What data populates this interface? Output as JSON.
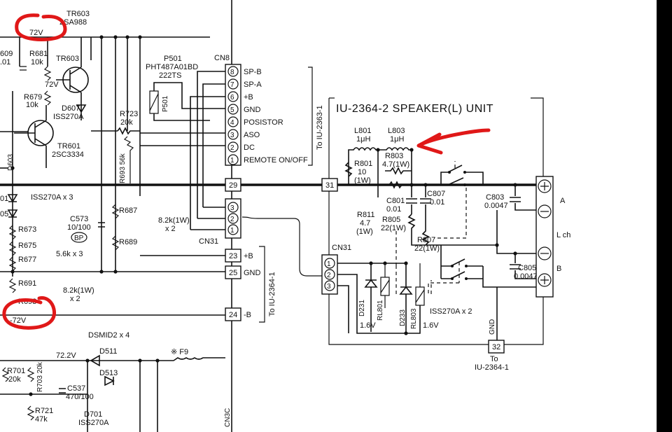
{
  "left": {
    "tr603": "TR603",
    "tr603_type": "2SA988",
    "v72_top": "72V",
    "r609": "609",
    "r609v": ".01",
    "r681": "R681",
    "r681v": "10k",
    "tr603b": "TR603",
    "v72_mid": "72V",
    "r679": "R679",
    "r679v": "10k",
    "d607": "D607",
    "d607t": "ISS270A",
    "tr601": "TR601",
    "tr601t": "2SC3334",
    "d603": "D603",
    "r01": "01",
    "r05": "05",
    "iss3": "ISS270A x 3",
    "r723": "R723",
    "r723v": "20k",
    "r693": "R693 56k",
    "r687": "R687",
    "r689": "R689",
    "c573": "C573",
    "c573v": "10/100",
    "bp": "BP",
    "res56": "5.6k x 3",
    "r673": "R673",
    "r675": "R675",
    "r677": "R677",
    "r691": "R691",
    "r693b": "R693",
    "r82k_a": "8.2k(1W)",
    "x2_a": "x 2",
    "r82k_b": "8.2k(1W)",
    "x2_b": "x 2",
    "vneg72": "-72V",
    "dsm": "DSMID2 x 4",
    "d511": "D511",
    "d513": "D513",
    "v722": "72.2V",
    "f9": "※ F9",
    "r701": "R701",
    "r701v": "20k",
    "r703": "R703 20k",
    "c537": "C537",
    "c537v": "470/100",
    "r721": "R721",
    "r721v": "47k",
    "d701": "D701",
    "d701t": "ISS270A",
    "cn3c": "CN3C"
  },
  "p501": {
    "name": "P501",
    "part": "PHT487A01BD",
    "part2": "222TS",
    "label": "P501"
  },
  "cn8": {
    "name": "CN8",
    "pins": [
      {
        "n": "8",
        "label": "SP-B"
      },
      {
        "n": "7",
        "label": "SP-A"
      },
      {
        "n": "6",
        "label": "+B"
      },
      {
        "n": "5",
        "label": "GND"
      },
      {
        "n": "4",
        "label": "POSISTOR"
      },
      {
        "n": "3",
        "label": "ASO"
      },
      {
        "n": "2",
        "label": "DC"
      },
      {
        "n": "1",
        "label": "REMOTE ON/OFF"
      }
    ]
  },
  "midconn": {
    "p29": "29",
    "cn31": "CN31",
    "p3": "3",
    "p2": "2",
    "p1": "1",
    "p23": "23",
    "p23l": "+B",
    "p25": "25",
    "p25l": "GND",
    "p24": "24",
    "p24l": "-B",
    "to_top": "To IU-2363-1",
    "to_bot": "To IU-2364-1"
  },
  "unit": {
    "title": "IU-2364-2 SPEAKER(L) UNIT",
    "p31": "31",
    "l801": "L801",
    "l801v": "1μH",
    "l803": "L803",
    "l803v": "1μH",
    "r801": "R801",
    "r801v": "10",
    "r801w": "(1W)",
    "r803": "R803",
    "r803v": "4.7(1W)",
    "c801": "C801",
    "c801v": "0.01",
    "c807": "C807",
    "c807v": "0.01",
    "r811": "R811",
    "r811v": "4.7",
    "r811w": "(1W)",
    "r805": "R805",
    "r805v": "22(1W)",
    "r807": "R807",
    "r807v": "22(1W)",
    "c803": "C803",
    "c803v": "0.0047",
    "c805": "C805",
    "c805v": "0.0047",
    "outA": "A",
    "outB": "B",
    "lch": "L ch",
    "cn31": "CN31",
    "q1": "1",
    "q2": "2",
    "q3": "3",
    "d231": "D231",
    "rl801": "RL801",
    "v16a": "1.6V",
    "d233": "D233",
    "rl803": "RL803",
    "v16b": "1.6V",
    "iss2": "ISS270A x 2",
    "gnd": "GND",
    "p32": "32",
    "to": "To",
    "iu": "IU-2364-1"
  }
}
